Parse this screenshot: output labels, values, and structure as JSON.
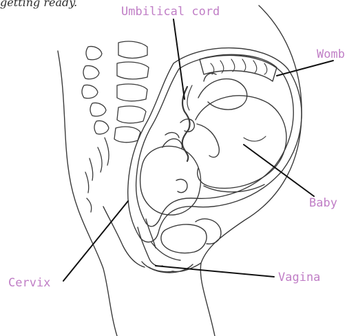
{
  "caption": "getting ready.",
  "labels": {
    "umbilical_cord": "Umbilical cord",
    "womb": "Womb",
    "baby": "Baby",
    "cervix": "Cervix",
    "vagina": "Vagina"
  },
  "colors": {
    "label": "#c07ec6",
    "line": "#3a3a3a",
    "leader": "#111111"
  }
}
